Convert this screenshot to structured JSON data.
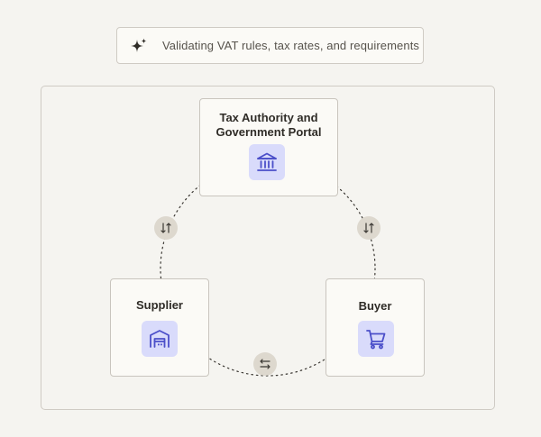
{
  "status": {
    "text": "Validating VAT rules, tax rates, and requirements",
    "icon": "sparkle-icon"
  },
  "nodes": {
    "tax_authority": {
      "title_line1": "Tax Authority and",
      "title_line2": "Government Portal",
      "icon": "government-building-icon"
    },
    "supplier": {
      "title": "Supplier",
      "icon": "warehouse-icon"
    },
    "buyer": {
      "title": "Buyer",
      "icon": "shopping-cart-icon"
    }
  },
  "connectors": [
    {
      "from": "tax_authority",
      "to": "supplier",
      "icon": "swap-vertical-icon"
    },
    {
      "from": "tax_authority",
      "to": "buyer",
      "icon": "swap-vertical-icon"
    },
    {
      "from": "supplier",
      "to": "buyer",
      "icon": "swap-horizontal-icon"
    }
  ],
  "colors": {
    "background": "#f5f4f0",
    "card": "#fbfaf6",
    "icon_bg": "#d9dbfb",
    "icon_fg": "#4b4fc9",
    "connector_bg": "#ddd8ce"
  }
}
